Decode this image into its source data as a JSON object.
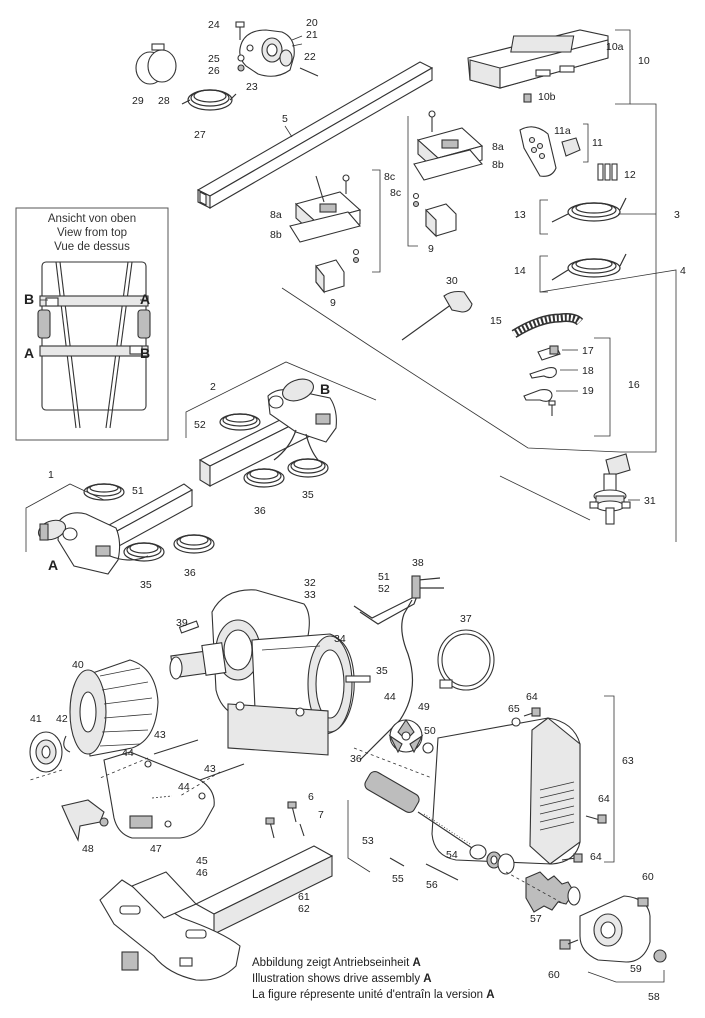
{
  "inset": {
    "title_de": "Ansicht von oben",
    "title_en": "View from top",
    "title_fr": "Vue de dessus",
    "letter_a": "A",
    "letter_b": "B"
  },
  "labels": {
    "l1": "1",
    "l2": "2",
    "l3": "3",
    "l4": "4",
    "l5": "5",
    "l6": "6",
    "l7": "7",
    "l8a": "8a",
    "l8b": "8b",
    "l8c": "8c",
    "l9": "9",
    "l10": "10",
    "l10a": "10a",
    "l10b": "10b",
    "l11": "11",
    "l11a": "11a",
    "l12": "12",
    "l13": "13",
    "l14": "14",
    "l15": "15",
    "l16": "16",
    "l17": "17",
    "l18": "18",
    "l19": "19",
    "l20": "20",
    "l21": "21",
    "l22": "22",
    "l23": "23",
    "l24": "24",
    "l25": "25",
    "l26": "26",
    "l27": "27",
    "l28": "28",
    "l29": "29",
    "l30": "30",
    "l31": "31",
    "l32": "32",
    "l33": "33",
    "l34": "34",
    "l35": "35",
    "l36": "36",
    "l37": "37",
    "l38": "38",
    "l39": "39",
    "l40": "40",
    "l41": "41",
    "l42": "42",
    "l43": "43",
    "l44": "44",
    "l45": "45",
    "l46": "46",
    "l47": "47",
    "l48": "48",
    "l49": "49",
    "l50": "50",
    "l51": "51",
    "l52": "52",
    "l53": "53",
    "l54": "54",
    "l55": "55",
    "l56": "56",
    "l57": "57",
    "l58": "58",
    "l59": "59",
    "l60": "60",
    "l61": "61",
    "l62": "62",
    "l63": "63",
    "l64": "64",
    "l65": "65",
    "drive_a": "A",
    "drive_b": "B"
  },
  "caption": {
    "line1_prefix": "Abbildung zeigt Antriebseinheit ",
    "line2_prefix": "Illustration shows drive assembly ",
    "line3_prefix": "La figure répresente unité d'entraîn la version ",
    "variant": "A"
  }
}
